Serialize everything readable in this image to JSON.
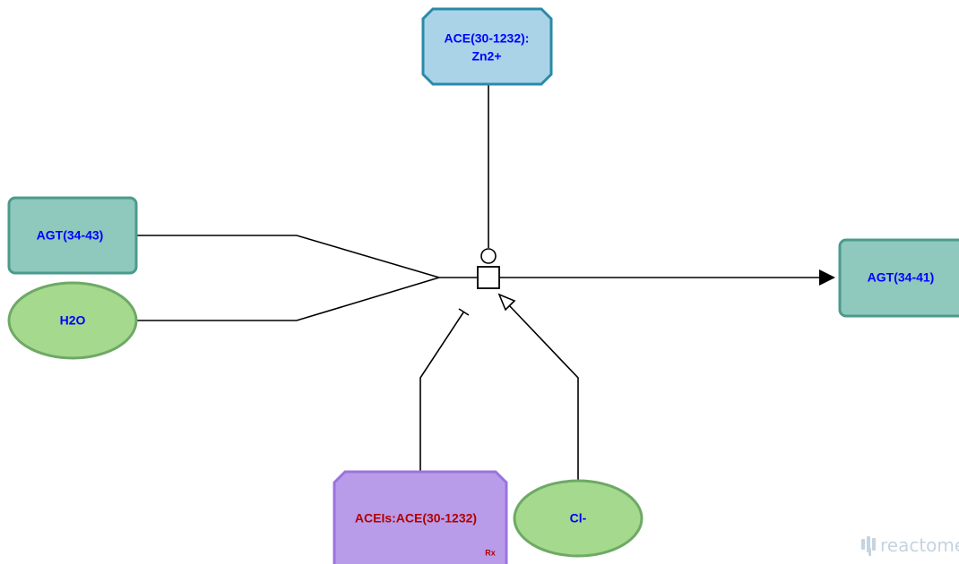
{
  "nodes": {
    "catalyst": {
      "label_line1": "ACE(30-1232):",
      "label_line2": "Zn2+",
      "fill": "#abd3e7",
      "stroke": "#2a8aa8",
      "text_color": "#0000ff"
    },
    "input_agt": {
      "label": "AGT(34-43)",
      "fill": "#8fc8bd",
      "stroke": "#4b9b8d",
      "text_color": "#0000ff"
    },
    "input_h2o": {
      "label": "H2O",
      "fill": "#a4d98e",
      "stroke": "#6ea965",
      "text_color": "#0000ff"
    },
    "output_agt": {
      "label": "AGT(34-41)",
      "fill": "#8fc8bd",
      "stroke": "#4b9b8d",
      "text_color": "#0000ff"
    },
    "inhibitor": {
      "label": "ACEIs:ACE(30-1232)",
      "badge": "Rx",
      "fill": "#b89ce9",
      "stroke": "#9a74de",
      "text_color": "#b10000"
    },
    "activator": {
      "label": "Cl-",
      "fill": "#a4d98e",
      "stroke": "#6ea965",
      "text_color": "#0000ff"
    }
  },
  "logo": {
    "text": "reactome",
    "color": "#c5d4e0"
  }
}
